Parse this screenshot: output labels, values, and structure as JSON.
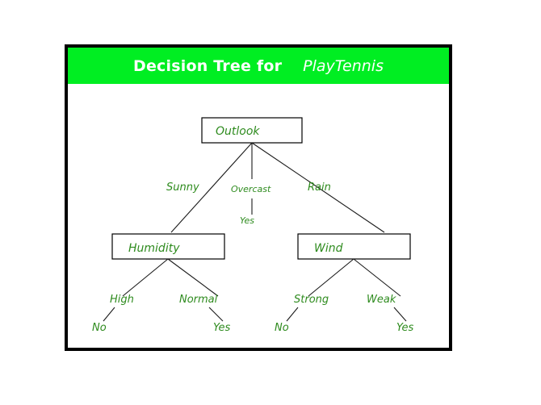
{
  "slide": {
    "title_main": "Decision Tree for",
    "title_italic": "PlayTennis",
    "title_band_color": "#00ee22",
    "frame_border_color": "#000000",
    "node_text_color": "#2e8b1e",
    "link_color": "#1a1a1a",
    "background_color": "#ffffff"
  },
  "tree": {
    "root": {
      "label": "Outlook"
    },
    "branches": [
      {
        "label": "Sunny"
      },
      {
        "label": "Overcast"
      },
      {
        "label": "Rain"
      }
    ],
    "overcast_leaf": {
      "label": "Yes"
    },
    "nodes": [
      {
        "label": "Humidity"
      },
      {
        "label": "Wind"
      }
    ],
    "humidity_branches": [
      {
        "label": "High"
      },
      {
        "label": "Normal"
      }
    ],
    "humidity_leaves": [
      {
        "label": "No"
      },
      {
        "label": "Yes"
      }
    ],
    "wind_branches": [
      {
        "label": "Strong"
      },
      {
        "label": "Weak"
      }
    ],
    "wind_leaves": [
      {
        "label": "No"
      },
      {
        "label": "Yes"
      }
    ]
  }
}
